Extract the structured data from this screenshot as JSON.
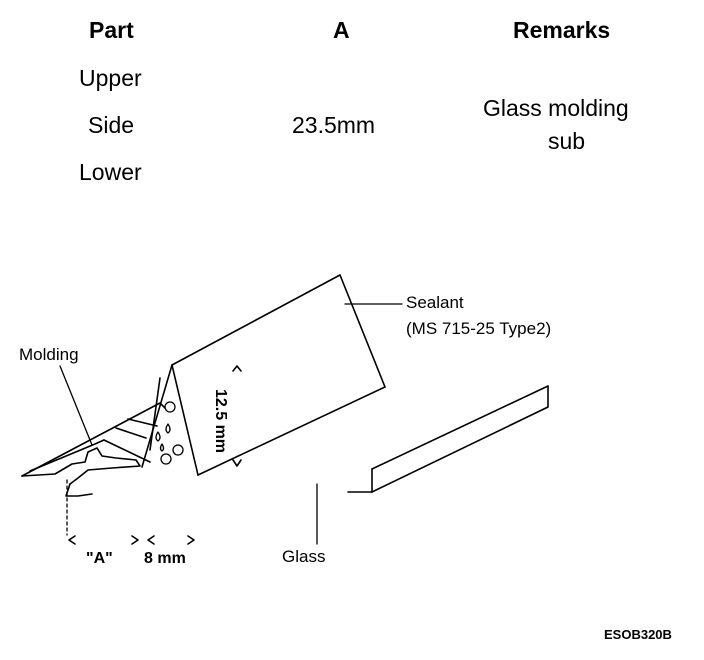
{
  "table": {
    "headers": {
      "part": "Part",
      "a": "A",
      "remarks": "Remarks"
    },
    "rows": {
      "upper": "Upper",
      "side": "Side",
      "lower": "Lower"
    },
    "a_value": "23.5mm",
    "remarks_line1": "Glass molding",
    "remarks_line2": "sub"
  },
  "diagram": {
    "sealant_label": "Sealant",
    "sealant_spec": "(MS 715-25 Type2)",
    "molding_label": "Molding",
    "glass_label": "Glass",
    "dim_height": "12.5 mm",
    "dim_a": "\"A\"",
    "dim_8": "8 mm",
    "figure_code": "ESOB320B"
  }
}
